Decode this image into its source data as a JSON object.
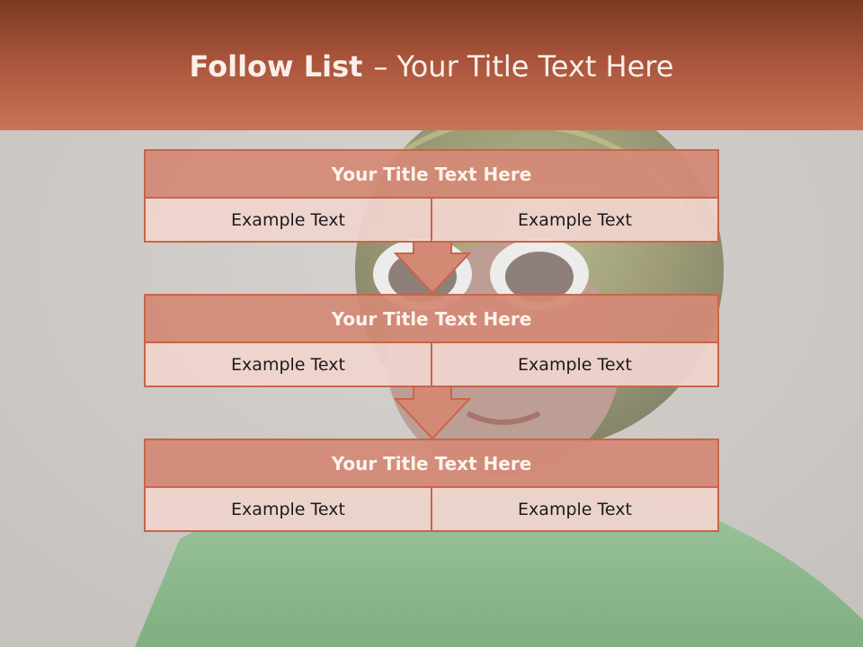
{
  "slide": {
    "title_bold": "Follow List",
    "title_separator": "–",
    "title_rest": "Your Title Text Here"
  },
  "blocks": [
    {
      "title": "Your Title Text Here",
      "left": "Example Text",
      "right": "Example Text"
    },
    {
      "title": "Your Title Text Here",
      "left": "Example Text",
      "right": "Example Text"
    },
    {
      "title": "Your Title Text Here",
      "left": "Example Text",
      "right": "Example Text"
    }
  ],
  "colors": {
    "header_dark": "#7a3a22",
    "header_light": "#c97358",
    "block_title_fill": "#d38a75",
    "block_cell_fill": "#f0d4ce",
    "border": "#c96548"
  },
  "icons": [
    "down-arrow-icon",
    "down-arrow-icon"
  ]
}
